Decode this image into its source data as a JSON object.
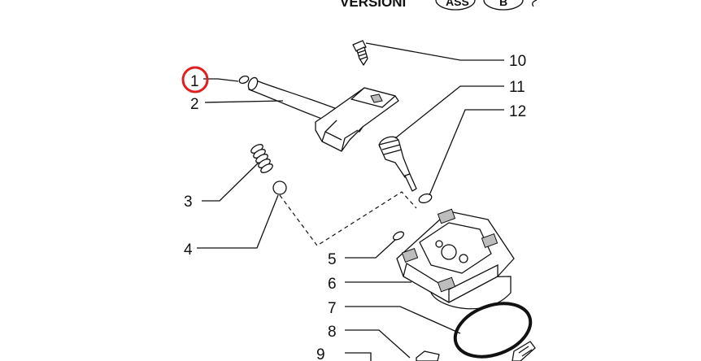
{
  "header": {
    "title": "VERSIONI",
    "badge_a": "ASS",
    "badge_b": "B"
  },
  "callouts": [
    "1",
    "2",
    "3",
    "4",
    "5",
    "6",
    "7",
    "8",
    "9",
    "10",
    "11",
    "12"
  ],
  "highlight": {
    "item": "1",
    "color": "#e02020"
  }
}
